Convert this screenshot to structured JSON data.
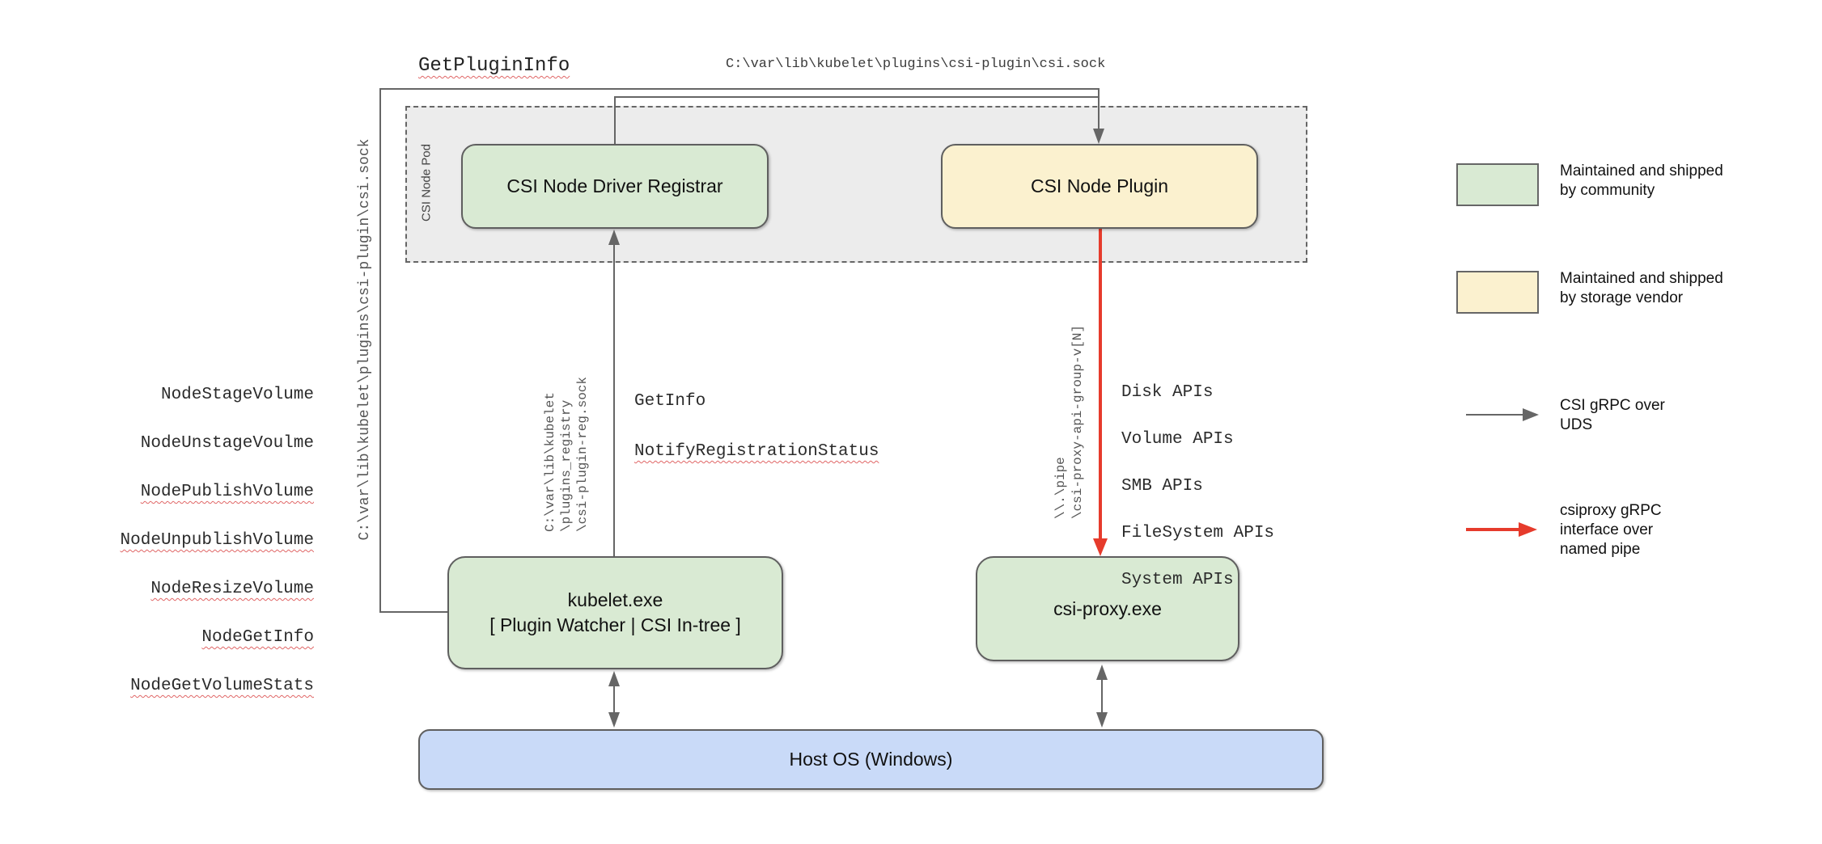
{
  "colors": {
    "community-green": "#d9ead3",
    "vendor-yellow": "#fbf1cf",
    "host-blue": "#c9daf8",
    "pod-gray": "#ececec",
    "line-gray": "#666666",
    "arrow-red": "#e63b2c",
    "squiggle-red": "#e06666"
  },
  "nodes": {
    "pod": {
      "label": "CSI Node Pod"
    },
    "registrar": {
      "label": "CSI Node Driver Registrar"
    },
    "plugin": {
      "label": "CSI Node Plugin"
    },
    "kubelet": {
      "line1": "kubelet.exe",
      "line2": "[ Plugin Watcher | CSI In-tree ]"
    },
    "csiproxy": {
      "label": "csi-proxy.exe"
    },
    "hostos": {
      "label": "Host OS (Windows)"
    }
  },
  "edge_labels": {
    "get_plugin_info": "GetPluginInfo",
    "csi_sock_path": "C:\\var\\lib\\kubelet\\plugins\\csi-plugin\\csi.sock",
    "kubelet_sock_path_vertical": "C:\\var\\lib\\kubelet\\plugins\\csi-plugin\\csi.sock",
    "registration_sock_path": "C:\\var\\lib\\kubelet\n\\plugins_registry\n\\csi-plugin-reg.sock",
    "get_info": "GetInfo",
    "notify_registration_status": "NotifyRegistrationStatus",
    "named_pipe_path": "\\\\.\\pipe\n\\csi-proxy-api-group-v[N]"
  },
  "node_calls": [
    {
      "text": "NodeStageVolume",
      "underlined": false
    },
    {
      "text": "NodeUnstageVoulme",
      "underlined": false
    },
    {
      "text": "NodePublishVolume",
      "underlined": true
    },
    {
      "text": "NodeUnpublishVolume",
      "underlined": true
    },
    {
      "text": "NodeResizeVolume",
      "underlined": true
    },
    {
      "text": "NodeGetInfo",
      "underlined": true
    },
    {
      "text": "NodeGetVolumeStats",
      "underlined": true
    }
  ],
  "api_calls": [
    "Disk APIs",
    "Volume APIs",
    "SMB APIs",
    "FileSystem APIs",
    "System APIs"
  ],
  "legend": {
    "community": "Maintained and shipped\nby community",
    "vendor": "Maintained and shipped\nby storage vendor",
    "uds": "CSI gRPC over\nUDS",
    "pipe": "csiproxy gRPC\ninterface over\nnamed pipe"
  }
}
